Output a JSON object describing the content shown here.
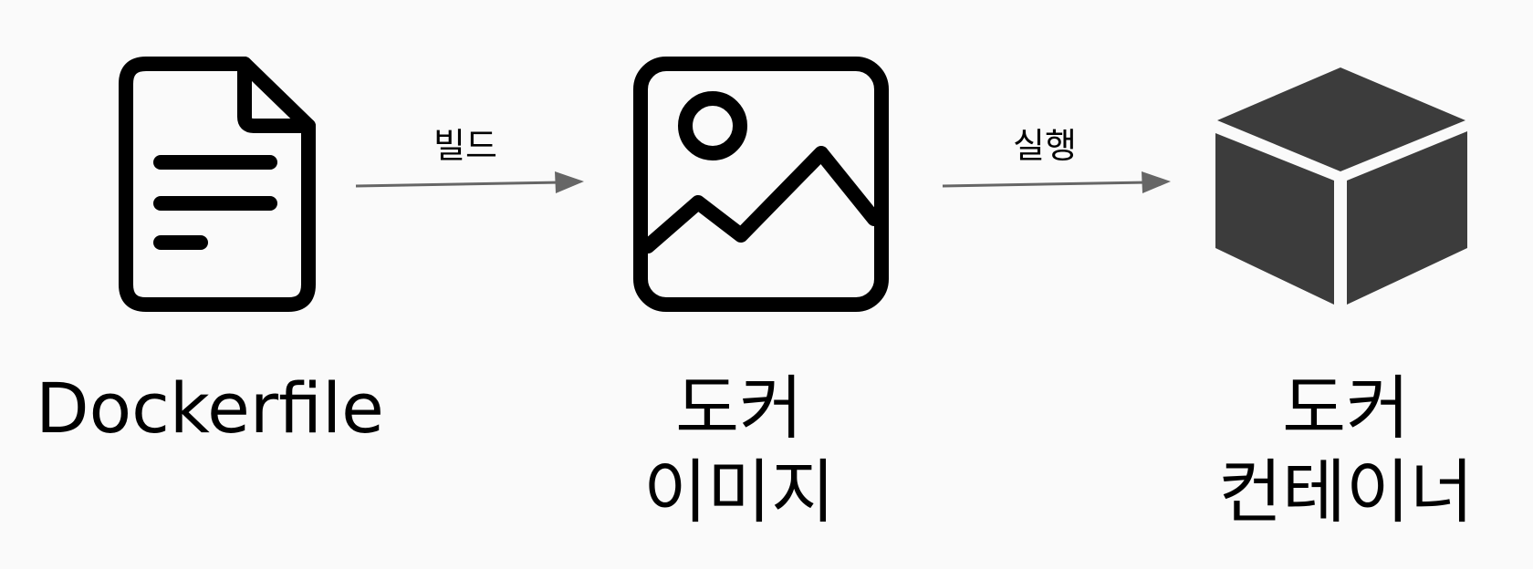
{
  "nodes": [
    {
      "id": "dockerfile",
      "label_lines": [
        "Dockerfile"
      ],
      "icon": "document-icon"
    },
    {
      "id": "docker-image",
      "label_lines": [
        "도커",
        "이미지"
      ],
      "icon": "image-icon"
    },
    {
      "id": "docker-container",
      "label_lines": [
        "도커",
        "컨테이너"
      ],
      "icon": "cube-icon"
    }
  ],
  "edges": [
    {
      "from": "dockerfile",
      "to": "docker-image",
      "label": "빌드"
    },
    {
      "from": "docker-image",
      "to": "docker-container",
      "label": "실행"
    }
  ],
  "colors": {
    "background": "#fafafa",
    "stroke": "#000000",
    "arrow": "#666666",
    "cube": "#3c3c3c"
  }
}
